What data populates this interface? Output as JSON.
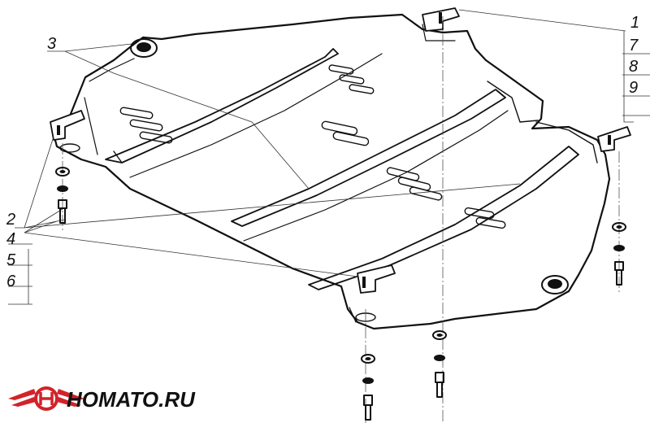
{
  "callouts": {
    "c1": "1",
    "c2": "2",
    "c3": "3",
    "c4": "4",
    "c5": "5",
    "c6": "6",
    "c7": "7",
    "c8": "8",
    "c9": "9"
  },
  "logo": {
    "text": "HOMATO.RU",
    "color_red": "#d2232a",
    "color_dark": "#111111",
    "icon": "winged-emblem-icon"
  }
}
